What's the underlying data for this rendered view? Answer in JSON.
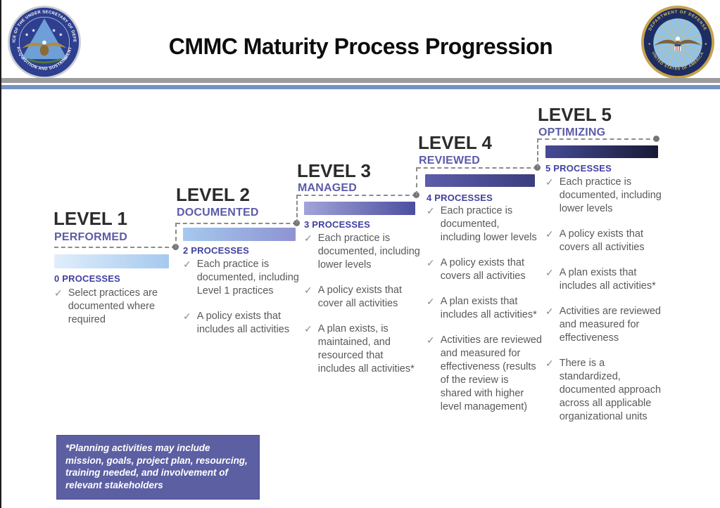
{
  "header": {
    "title": "CMMC Maturity Process Progression",
    "left_seal": {
      "top_text": "OFFICE OF THE UNDER SECRETARY OF DEFENSE",
      "bottom_text": "ACQUISITION AND SUSTAINMENT"
    },
    "right_seal": {
      "top_text": "DEPARTMENT OF DEFENSE",
      "bottom_text": "UNITED STATES OF AMERICA"
    }
  },
  "icons": {
    "check": "✓",
    "star": "★"
  },
  "colors": {
    "level_name": "#2b2b2b",
    "subtitle_purple": "#5c5ca8",
    "processes_purple": "#4040a0",
    "body_text": "#595959",
    "dash_gray": "#8c8c8c",
    "divider_gray": "#9c9c9c",
    "divider_blue": "#7492c4",
    "footnote_bg": "#5c5fa2"
  },
  "levels": [
    {
      "name": "LEVEL 1",
      "subtitle": "PERFORMED",
      "processes": "0 PROCESSES",
      "bar_gradient": [
        "#e0eefb",
        "#a6c9ee"
      ],
      "bullets": [
        "Select practices are documented where required"
      ]
    },
    {
      "name": "LEVEL 2",
      "subtitle": "DOCUMENTED",
      "processes": "2 PROCESSES",
      "bar_gradient": [
        "#a5c9ee",
        "#8e93d2"
      ],
      "bullets": [
        "Each practice is documented, including Level 1 practices",
        "A policy exists that includes all activities"
      ]
    },
    {
      "name": "LEVEL 3",
      "subtitle": "MANAGED",
      "processes": "3 PROCESSES",
      "bar_gradient": [
        "#a2a4d8",
        "#4b4ea0"
      ],
      "bullets": [
        "Each practice is documented, including lower levels",
        "A policy exists that cover all activities",
        "A plan exists, is maintained, and resourced that includes all activities*"
      ]
    },
    {
      "name": "LEVEL 4",
      "subtitle": "REVIEWED",
      "processes": "4 PROCESSES",
      "bar_gradient": [
        "#5d5dab",
        "#3a3e7e"
      ],
      "bullets": [
        "Each practice is documented, including lower levels",
        "A policy exists that covers all activities",
        "A plan exists that includes all activities*",
        "Activities are reviewed and measured for effectiveness (results of the review is shared with higher level management)"
      ]
    },
    {
      "name": "LEVEL 5",
      "subtitle": "OPTIMIZING",
      "processes": "5 PROCESSES",
      "bar_gradient": [
        "#474b96",
        "#171a35"
      ],
      "bullets": [
        "Each practice is documented, including lower levels",
        "A policy exists that covers all activities",
        "A plan exists that includes all activities*",
        "Activities are reviewed and measured for effectiveness",
        "There is a standardized, documented approach across all applicable organizational units"
      ]
    }
  ],
  "footnote": "*Planning activities may include mission, goals, project plan, resourcing, training needed, and involvement of relevant stakeholders"
}
